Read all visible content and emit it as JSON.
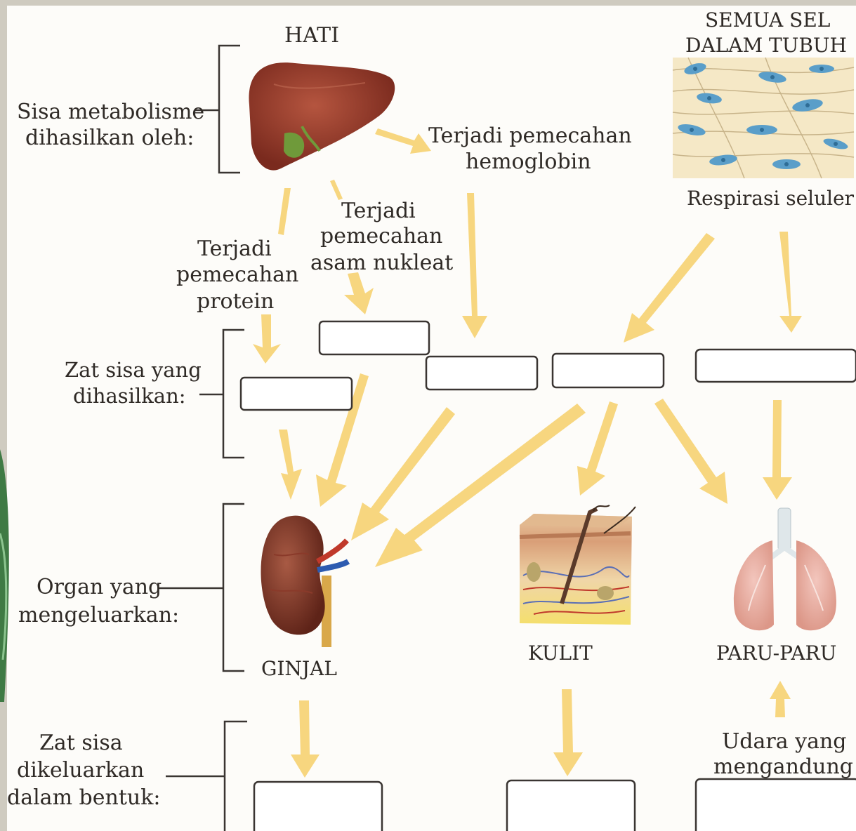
{
  "sources": {
    "liver": "HATI",
    "cells_line1": "SEMUA SEL",
    "cells_line2": "DALAM TUBUH"
  },
  "row_labels": {
    "produced_by_line1": "Sisa metabolisme",
    "produced_by_line2": "dihasilkan oleh:",
    "waste_line1": "Zat sisa yang",
    "waste_line2": "dihasilkan:",
    "organ_line1": "Organ yang",
    "organ_line2": "mengeluarkan:",
    "form_line1": "Zat sisa",
    "form_line2": "dikeluarkan",
    "form_line3": "dalam bentuk:"
  },
  "processes": {
    "hemoglobin_line1": "Terjadi pemecahan",
    "hemoglobin_line2": "hemoglobin",
    "nucleic_line1": "Terjadi",
    "nucleic_line2": "pemecahan",
    "nucleic_line3": "asam nukleat",
    "protein_line1": "Terjadi",
    "protein_line2": "pemecahan",
    "protein_line3": "protein",
    "respiration": "Respirasi seluler"
  },
  "organs": {
    "kidney": "GINJAL",
    "skin": "KULIT",
    "lungs": "PARU-PARU",
    "air_line1": "Udara yang",
    "air_line2": "mengandung"
  },
  "icons": [
    "liver-icon",
    "cells-icon",
    "kidney-icon",
    "skin-icon",
    "lungs-icon"
  ],
  "colors": {
    "arrow": "#f7d67f",
    "box_border": "#3a3532",
    "paper": "#fdfcf9",
    "bg": "#cfcbc0"
  }
}
